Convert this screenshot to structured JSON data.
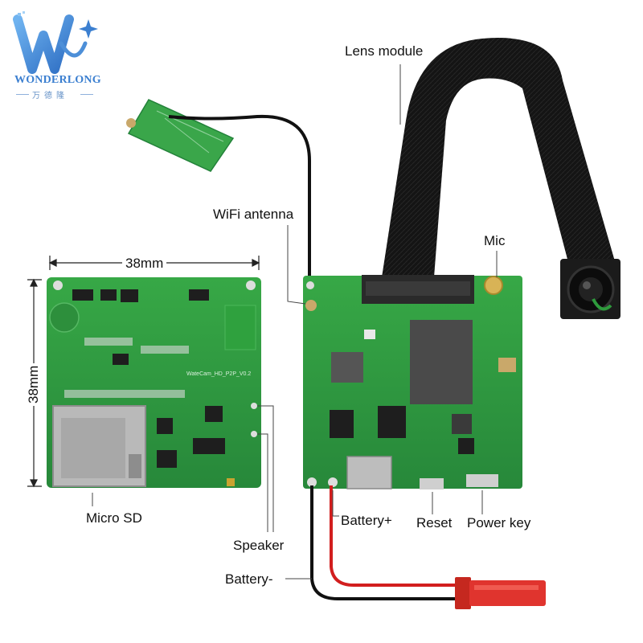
{
  "brand": {
    "name": "WONDERLONG",
    "name_cn": "万德隆"
  },
  "dimensions": {
    "width_label": "38mm",
    "height_label": "38mm"
  },
  "board_silkscreen": "WateCam_HD_P2P_V0.2",
  "labels": {
    "lens_module": "Lens module",
    "wifi_antenna": "WiFi antenna",
    "mic": "Mic",
    "micro_sd": "Micro SD",
    "speaker": "Speaker",
    "battery_plus": "Battery+",
    "reset": "Reset",
    "power_key": "Power key",
    "battery_minus": "Battery-"
  },
  "colors": {
    "pcb_green": "#2e9a3c",
    "ribbon_black": "#141414",
    "wire_red": "#d21e1e",
    "connector_red": "#e0342e",
    "brand_blue": "#3b7fd0"
  }
}
